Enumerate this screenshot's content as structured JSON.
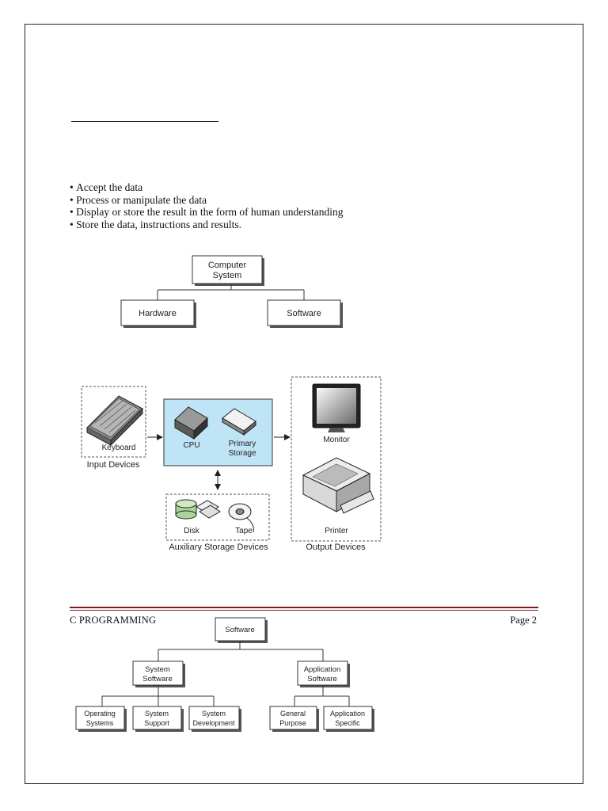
{
  "bullets": [
    "Accept the data",
    "Process or manipulate the data",
    "Display or store the result in the form of human understanding",
    "Store the data, instructions and results."
  ],
  "diagram1": {
    "root_line1": "Computer",
    "root_line2": "System",
    "left": "Hardware",
    "right": "Software"
  },
  "diagram2": {
    "keyboard": "Keyboard",
    "input_devices": "Input Devices",
    "cpu": "CPU",
    "primary_line1": "Primary",
    "primary_line2": "Storage",
    "monitor": "Monitor",
    "printer": "Printer",
    "output_devices": "Output Devices",
    "disk": "Disk",
    "tape": "Tape",
    "aux_devices": "Auxiliary Storage Devices",
    "cpu_box_color": "#bfe4f5"
  },
  "diagram3": {
    "root": "Software",
    "sys_line1": "System",
    "sys_line2": "Software",
    "app_line1": "Application",
    "app_line2": "Software",
    "os_line1": "Operating",
    "os_line2": "Systems",
    "ss_line1": "System",
    "ss_line2": "Support",
    "sd_line1": "System",
    "sd_line2": "Development",
    "gp_line1": "General",
    "gp_line2": "Purpose",
    "as_line1": "Application",
    "as_line2": "Specific"
  },
  "footer": {
    "left": "C PROGRAMMING",
    "right": "Page 2",
    "rule_color": "#7a1f1f"
  }
}
